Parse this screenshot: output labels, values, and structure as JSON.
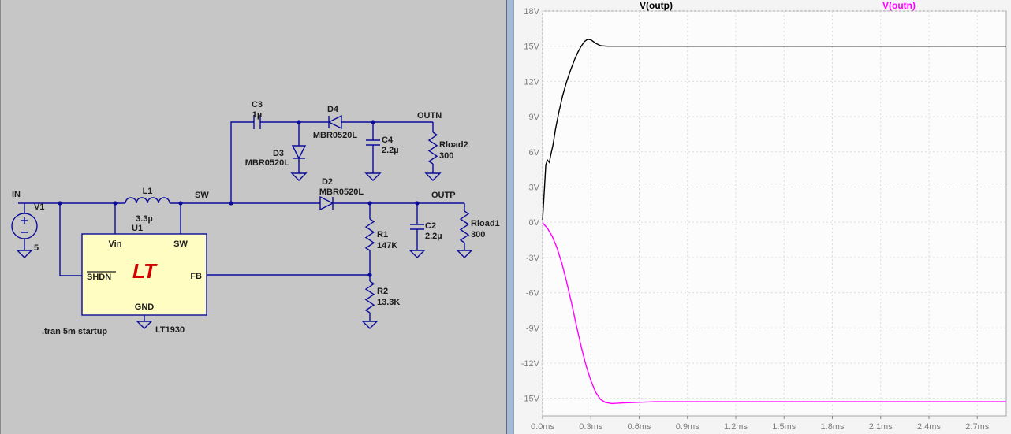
{
  "schematic": {
    "directive": ".tran 5m startup",
    "nets": {
      "in": "IN",
      "sw": "SW",
      "outp": "OUTP",
      "outn": "OUTN"
    },
    "v1": {
      "ref": "V1",
      "value": "5"
    },
    "l1": {
      "ref": "L1",
      "value": "3.3µ"
    },
    "u1": {
      "ref": "U1",
      "part": "LT1930",
      "logo": "LT",
      "pin_vin": "Vin",
      "pin_sw": "SW",
      "pin_shdn": "SHDN",
      "pin_fb": "FB",
      "pin_gnd": "GND"
    },
    "c2": {
      "ref": "C2",
      "value": "2.2µ"
    },
    "c3": {
      "ref": "C3",
      "value": "1µ"
    },
    "c4": {
      "ref": "C4",
      "value": "2.2µ"
    },
    "d2": {
      "ref": "D2",
      "value": "MBR0520L"
    },
    "d3": {
      "ref": "D3",
      "value": "MBR0520L"
    },
    "d4": {
      "ref": "D4",
      "value": "MBR0520L"
    },
    "r1": {
      "ref": "R1",
      "value": "147K"
    },
    "r2": {
      "ref": "R2",
      "value": "13.3K"
    },
    "rload1": {
      "ref": "Rload1",
      "value": "300"
    },
    "rload2": {
      "ref": "Rload2",
      "value": "300"
    }
  },
  "chart_data": {
    "type": "line",
    "title": "",
    "grid": true,
    "legend_position": "top",
    "x_axis": {
      "unit": "ms",
      "min": 0,
      "max": 2.88,
      "tick_values": [
        0,
        0.3,
        0.6,
        0.9,
        1.2,
        1.5,
        1.8,
        2.1,
        2.4,
        2.7
      ],
      "tick_labels": [
        "0.0ms",
        "0.3ms",
        "0.6ms",
        "0.9ms",
        "1.2ms",
        "1.5ms",
        "1.8ms",
        "2.1ms",
        "2.4ms",
        "2.7ms"
      ]
    },
    "y_axis": {
      "unit": "V",
      "min": -16.5,
      "max": 18,
      "tick_values": [
        18,
        15,
        12,
        9,
        6,
        3,
        0,
        -3,
        -6,
        -9,
        -12,
        -15
      ],
      "tick_labels": [
        "18V",
        "15V",
        "12V",
        "9V",
        "6V",
        "3V",
        "0V",
        "-3V",
        "-6V",
        "-9V",
        "-12V",
        "-15V"
      ]
    },
    "series": [
      {
        "name": "V(outp)",
        "color": "#000000",
        "x": [
          0,
          0.012,
          0.02,
          0.03,
          0.042,
          0.052,
          0.065,
          0.08,
          0.1,
          0.125,
          0.15,
          0.175,
          0.2,
          0.22,
          0.24,
          0.26,
          0.28,
          0.3,
          0.33,
          0.36,
          0.4,
          0.6,
          1.0,
          1.5,
          2.0,
          2.5,
          2.88
        ],
        "y": [
          0.2,
          3.0,
          4.9,
          5.3,
          5.1,
          5.8,
          6.6,
          7.9,
          9.3,
          10.8,
          12.0,
          13.0,
          13.9,
          14.5,
          15.0,
          15.4,
          15.6,
          15.55,
          15.25,
          15.05,
          15.0,
          15.0,
          15.0,
          15.0,
          15.0,
          15.0,
          15.0
        ]
      },
      {
        "name": "V(outn)",
        "color": "#ff00ff",
        "x": [
          0,
          0.03,
          0.06,
          0.09,
          0.12,
          0.15,
          0.18,
          0.21,
          0.24,
          0.27,
          0.3,
          0.33,
          0.36,
          0.39,
          0.43,
          0.5,
          0.7,
          1.0,
          1.5,
          2.0,
          2.5,
          2.88
        ],
        "y": [
          -0.05,
          -0.5,
          -1.2,
          -2.2,
          -3.5,
          -5.1,
          -6.9,
          -8.8,
          -10.6,
          -12.2,
          -13.5,
          -14.5,
          -15.1,
          -15.35,
          -15.45,
          -15.4,
          -15.3,
          -15.3,
          -15.3,
          -15.3,
          -15.3,
          -15.3
        ]
      }
    ]
  }
}
